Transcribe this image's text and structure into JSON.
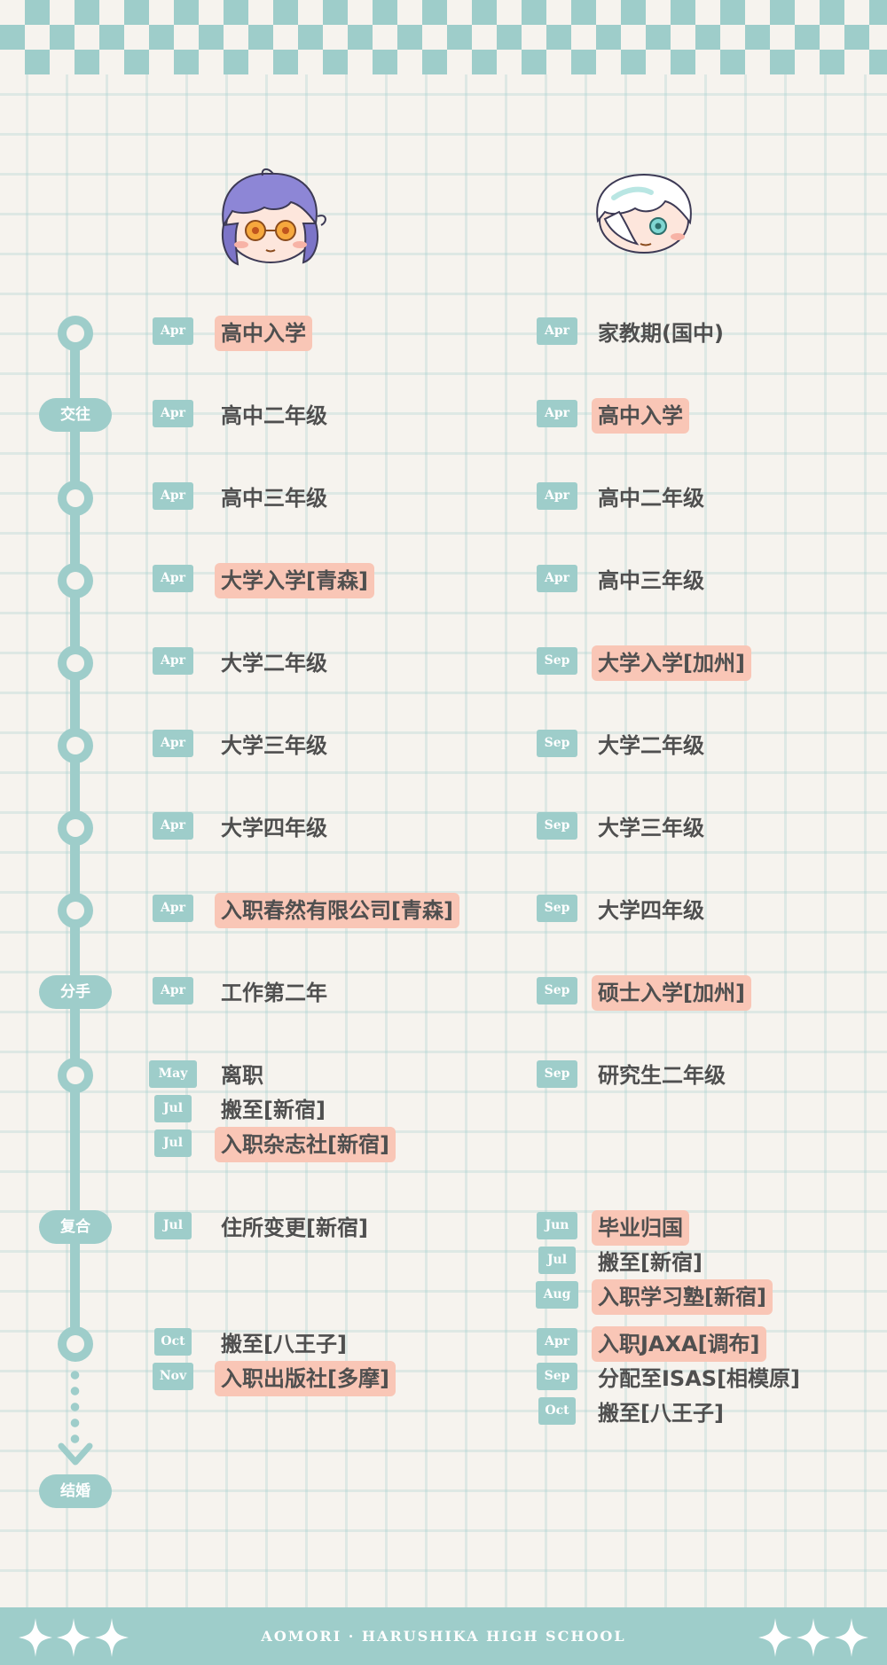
{
  "colors": {
    "accent": "#9ecdca",
    "highlight": "#f9c6b6",
    "text": "#4f4f4f",
    "background": "#f6f3ee"
  },
  "avatars": {
    "left": "purple-haired-boy-chibi",
    "right": "white-haired-boy-chibi"
  },
  "phases": [
    "交往",
    "分手",
    "复合",
    "结婚"
  ],
  "left": [
    {
      "month": "Apr",
      "event": "高中入学",
      "highlight": true
    },
    {
      "month": "Apr",
      "event": "高中二年级",
      "highlight": false
    },
    {
      "month": "Apr",
      "event": "高中三年级",
      "highlight": false
    },
    {
      "month": "Apr",
      "event": "大学入学[青森]",
      "highlight": true
    },
    {
      "month": "Apr",
      "event": "大学二年级",
      "highlight": false
    },
    {
      "month": "Apr",
      "event": "大学三年级",
      "highlight": false
    },
    {
      "month": "Apr",
      "event": "大学四年级",
      "highlight": false
    },
    {
      "month": "Apr",
      "event": "入职春然有限公司[青森]",
      "highlight": true
    },
    {
      "month": "Apr",
      "event": "工作第二年",
      "highlight": false
    },
    {
      "month": "May",
      "event": "离职",
      "highlight": false
    },
    {
      "month": "Jul",
      "event": "搬至[新宿]",
      "highlight": false
    },
    {
      "month": "Jul",
      "event": "入职杂志社[新宿]",
      "highlight": true
    },
    {
      "month": "Jul",
      "event": "住所变更[新宿]",
      "highlight": false
    },
    {
      "month": "Oct",
      "event": "搬至[八王子]",
      "highlight": false
    },
    {
      "month": "Nov",
      "event": "入职出版社[多摩]",
      "highlight": true
    }
  ],
  "right": [
    {
      "month": "Apr",
      "event": "家教期(国中)",
      "highlight": false
    },
    {
      "month": "Apr",
      "event": "高中入学",
      "highlight": true
    },
    {
      "month": "Apr",
      "event": "高中二年级",
      "highlight": false
    },
    {
      "month": "Apr",
      "event": "高中三年级",
      "highlight": false
    },
    {
      "month": "Sep",
      "event": "大学入学[加州]",
      "highlight": true
    },
    {
      "month": "Sep",
      "event": "大学二年级",
      "highlight": false
    },
    {
      "month": "Sep",
      "event": "大学三年级",
      "highlight": false
    },
    {
      "month": "Sep",
      "event": "大学四年级",
      "highlight": false
    },
    {
      "month": "Sep",
      "event": "硕士入学[加州]",
      "highlight": true
    },
    {
      "month": "Sep",
      "event": "研究生二年级",
      "highlight": false
    },
    {
      "month": "Jun",
      "event": "毕业归国",
      "highlight": true
    },
    {
      "month": "Jul",
      "event": "搬至[新宿]",
      "highlight": false
    },
    {
      "month": "Aug",
      "event": "入职学习塾[新宿]",
      "highlight": true
    },
    {
      "month": "Apr",
      "event": "入职JAXA[调布]",
      "highlight": true
    },
    {
      "month": "Sep",
      "event": "分配至ISAS[相模原]",
      "highlight": false
    },
    {
      "month": "Oct",
      "event": "搬至[八王子]",
      "highlight": false
    }
  ],
  "footer": {
    "text": "AOMORI · HARUSHIKA HIGH SCHOOL"
  }
}
